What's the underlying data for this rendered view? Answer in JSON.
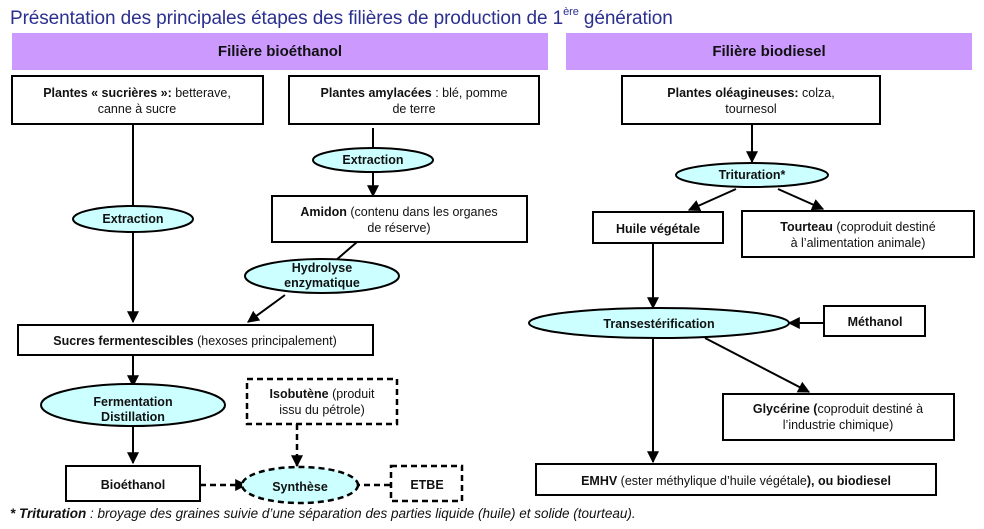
{
  "title": {
    "main": "Présentation des principales étapes des filières de production de 1",
    "sup": "ère",
    "end": " génération"
  },
  "bands": {
    "bioethanol": "Filière bioéthanol",
    "biodiesel": "Filière biodiesel"
  },
  "boxes": {
    "sucrieres": {
      "bold": "Plantes « sucrières »:",
      "line1_rest": " betterave,",
      "line2": "canne à sucre"
    },
    "amylacees": {
      "bold": "Plantes amylacées",
      "line1_rest": " : blé, pomme",
      "line2": "de terre"
    },
    "amidon": {
      "bold": "Amidon",
      "line1_rest": " (contenu dans les organes",
      "line2": "de réserve)"
    },
    "sucres": {
      "bold": "Sucres fermentescibles",
      "rest": " (hexoses principalement)"
    },
    "isobutene": {
      "bold": "Isobutène",
      "line1_rest": " (produit",
      "line2": "issu du pétrole)"
    },
    "bioethanol": {
      "bold": "Bioéthanol"
    },
    "etbe": {
      "bold": "ETBE"
    },
    "oleagineuses": {
      "bold": "Plantes oléagineuses:",
      "line1_rest": " colza,",
      "line2": "tournesol"
    },
    "huile": {
      "bold": "Huile végétale"
    },
    "tourteau": {
      "bold": "Tourteau",
      "line1_rest": " (coproduit destiné",
      "line2": "à l’alimentation animale)"
    },
    "methanol": {
      "bold": "Méthanol"
    },
    "glycerine": {
      "bold": "Glycérine (",
      "line1_rest": "coproduit destiné à",
      "line2": "l’industrie chimique)"
    },
    "emhv": {
      "bold": "EMHV",
      "mid": " (ester méthylique d’huile végétale",
      "end": "), ou biodiesel"
    }
  },
  "processes": {
    "extraction_left": "Extraction",
    "extraction_right": "Extraction",
    "hydrolyse_l1": "Hydrolyse",
    "hydrolyse_l2": "enzymatique",
    "fermentation_l1": "Fermentation",
    "fermentation_l2": "Distillation",
    "synthese": "Synthèse",
    "trituration": "Trituration*",
    "transesterification": "Transestérification"
  },
  "footnote": {
    "bold": "* Trituration",
    "rest": " : broyage des graines suivie d’une séparation des parties liquide (huile) et solide (tourteau)."
  },
  "colors": {
    "title": "#2b2f8f",
    "band": "#cc99ff",
    "process_fill": "#ccffff",
    "line": "#000000"
  }
}
